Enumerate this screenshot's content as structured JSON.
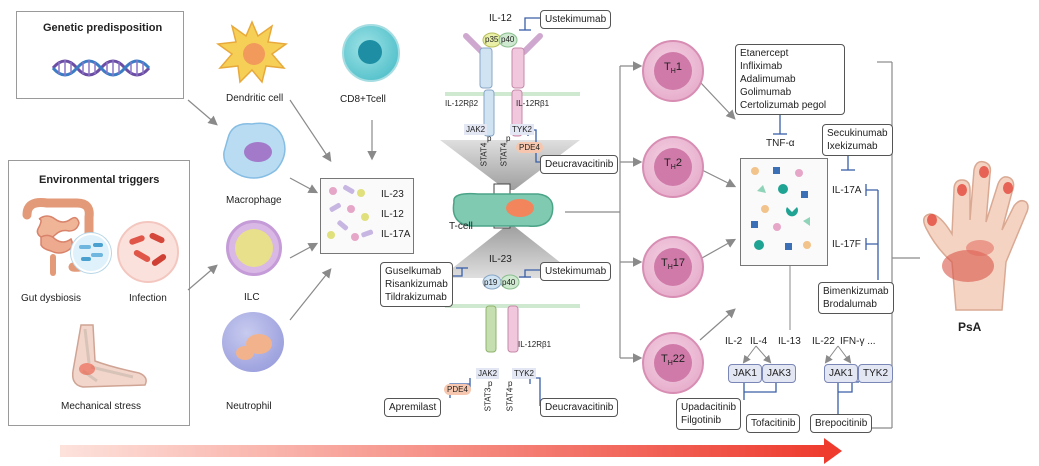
{
  "left_panel": {
    "genetic_title": "Genetic predisposition",
    "environmental_title": "Environmental triggers",
    "gut": "Gut dysbiosis",
    "infection": "Infection",
    "mechanical": "Mechanical stress"
  },
  "cells": {
    "dendritic": "Dendritic cell",
    "cd8": "CD8+Tcell",
    "macrophage": "Macrophage",
    "ilc": "ILC",
    "neutrophil": "Neutrophil",
    "tcell": "T-cell"
  },
  "cytokines_box": [
    "IL-23",
    "IL-12",
    "IL-17A"
  ],
  "receptor": {
    "il12": "IL-12",
    "p35": "p35",
    "p40": "p40",
    "il12rb2": "IL-12Rβ2",
    "il12rb1": "IL-12Rβ1",
    "jak2": "JAK2",
    "tyk2": "TYK2",
    "p": "p",
    "stat4": "STAT4",
    "stat3": "STAT3",
    "pde4": "PDE4",
    "il23": "IL-23",
    "p19": "p19",
    "il12rb1_b": "IL-12Rβ1",
    "jak2_b": "JAK2",
    "tyk2_b": "TYK2",
    "pde4_b": "PDE4"
  },
  "drugs": {
    "ustekinumab_top": "Ustekimumab",
    "deucravacitinib_top": "Deucravacitinib",
    "il23_drugs": [
      "Guselkumab",
      "Risankizumab",
      "Tildrakizumab"
    ],
    "ustekinumab_bottom": "Ustekimumab",
    "apremilast": "Apremilast",
    "deucravacitinib_bottom": "Deucravacitinib",
    "tnf_drugs": [
      "Etanercept",
      "Infliximab",
      "Adalimumab",
      "Golimumab",
      "Certolizumab pegol"
    ],
    "il17a_drugs": [
      "Secukinumab",
      "Ixekizumab"
    ],
    "il17_dual": [
      "Bimenkizumab",
      "Brodalumab"
    ],
    "jak_left": [
      "Upadacitinib",
      "Filgotinib"
    ],
    "tofacitinib": "Tofacitinib",
    "brepocitinib": "Brepocitinib"
  },
  "th_cells": [
    {
      "main": "T",
      "sub": "H",
      "num": "1"
    },
    {
      "main": "T",
      "sub": "H",
      "num": "2"
    },
    {
      "main": "T",
      "sub": "H",
      "num": "17"
    },
    {
      "main": "T",
      "sub": "H",
      "num": "22"
    }
  ],
  "mediators": {
    "tnf": "TNF-α",
    "il17a": "IL-17A",
    "il17f": "IL-17F"
  },
  "bottom_cytokines": [
    "IL-2",
    "IL-4",
    "IL-13",
    "IL-22",
    "IFN-γ ..."
  ],
  "jaks": [
    "JAK1",
    "JAK3",
    "JAK1",
    "TYK2"
  ],
  "outcome": "PsA",
  "colors": {
    "arrow_gradient_start": "#fde2dc",
    "arrow_gradient_end": "#ee3b2e",
    "th_cell": "#e8a6c8",
    "tcell": "#7fcab1"
  }
}
